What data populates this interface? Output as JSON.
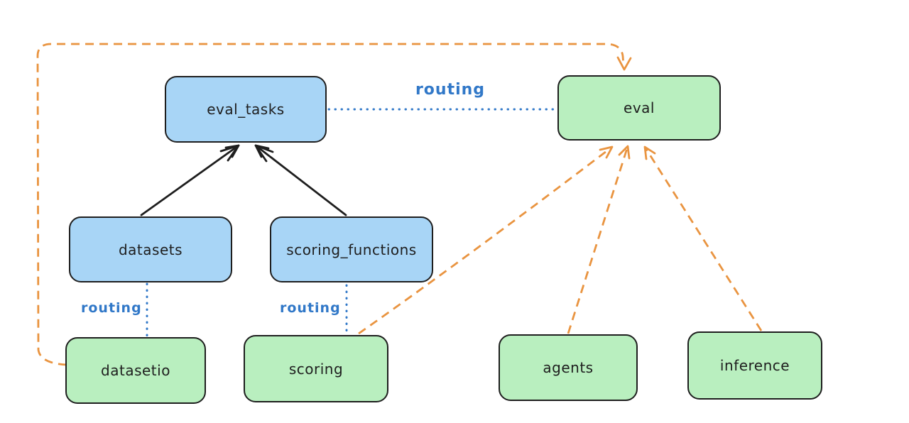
{
  "diagram": {
    "kind": "architecture-diagram",
    "background": "#ffffff",
    "colors": {
      "resource_fill": "#a8d5f6",
      "provider_fill": "#b9efbf",
      "stroke": "#1e1e1e",
      "routing_blue": "#3178c8",
      "provider_orange": "#e99440"
    },
    "nodes": [
      {
        "id": "eval_tasks",
        "label": "eval_tasks",
        "color": "blue"
      },
      {
        "id": "eval",
        "label": "eval",
        "color": "green"
      },
      {
        "id": "datasets",
        "label": "datasets",
        "color": "blue"
      },
      {
        "id": "scoring_functions",
        "label": "scoring_functions",
        "color": "blue"
      },
      {
        "id": "datasetio",
        "label": "datasetio",
        "color": "green"
      },
      {
        "id": "scoring",
        "label": "scoring",
        "color": "green"
      },
      {
        "id": "agents",
        "label": "agents",
        "color": "green"
      },
      {
        "id": "inference",
        "label": "inference",
        "color": "green"
      }
    ],
    "edges": [
      {
        "from": "datasets",
        "to": "eval_tasks",
        "style": "solid-arrow",
        "color": "#1e1e1e"
      },
      {
        "from": "scoring_functions",
        "to": "eval_tasks",
        "style": "solid-arrow",
        "color": "#1e1e1e"
      },
      {
        "from": "eval_tasks",
        "to": "eval",
        "style": "dotted",
        "label": "routing",
        "color": "#3178c8"
      },
      {
        "from": "datasets",
        "to": "datasetio",
        "style": "dotted",
        "label": "routing",
        "color": "#3178c8"
      },
      {
        "from": "scoring_functions",
        "to": "scoring",
        "style": "dotted",
        "label": "routing",
        "color": "#3178c8"
      },
      {
        "from": "datasetio",
        "to": "eval",
        "style": "dashed-arrow",
        "color": "#e99440"
      },
      {
        "from": "scoring",
        "to": "eval",
        "style": "dashed-arrow",
        "color": "#e99440"
      },
      {
        "from": "agents",
        "to": "eval",
        "style": "dashed-arrow",
        "color": "#e99440"
      },
      {
        "from": "inference",
        "to": "eval",
        "style": "dashed-arrow",
        "color": "#e99440"
      }
    ]
  }
}
